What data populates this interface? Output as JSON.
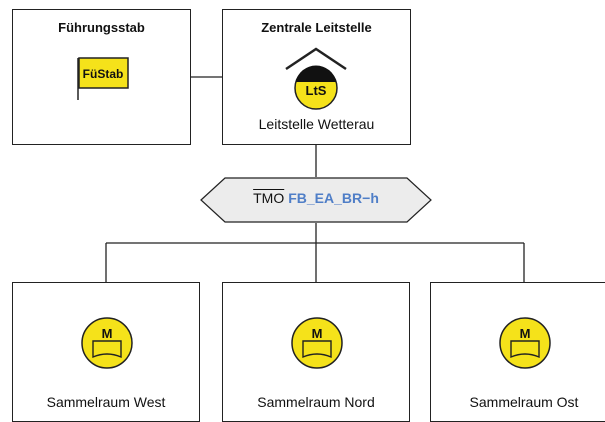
{
  "top": {
    "fuehrungsstab": {
      "title": "Führungsstab",
      "symbol_text": "FüStab"
    },
    "leitstelle": {
      "title": "Zentrale Leitstelle",
      "symbol_text": "LtS",
      "caption": "Leitstelle Wetterau"
    }
  },
  "tmo": {
    "label": "TMO",
    "code": "FB_EA_BR−h"
  },
  "sammelraeume": [
    {
      "symbol_text": "M",
      "caption": "Sammelraum West"
    },
    {
      "symbol_text": "M",
      "caption": "Sammelraum Nord"
    },
    {
      "symbol_text": "M",
      "caption": "Sammelraum Ost"
    }
  ],
  "colors": {
    "symbol_yellow": "#f5e21a",
    "tmo_code": "#4f7ec7",
    "hexagon_fill": "#ececec"
  }
}
